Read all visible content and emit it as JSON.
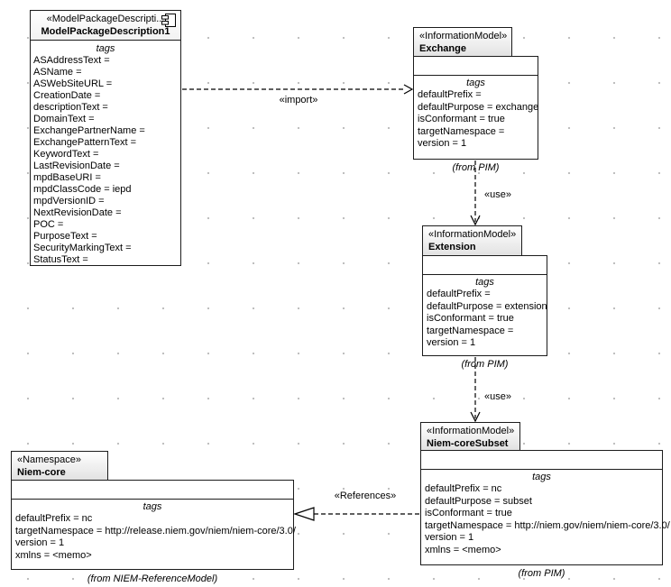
{
  "nodes": {
    "mpd": {
      "stereotype": "«ModelPackageDescripti...",
      "name": "ModelPackageDescription1",
      "tags_header": "tags",
      "tags": [
        "ASAddressText =",
        "ASName =",
        "ASWebSiteURL =",
        "CreationDate =",
        "descriptionText =",
        "DomainText =",
        "ExchangePartnerName =",
        "ExchangePatternText =",
        "KeywordText =",
        "LastRevisionDate =",
        "mpdBaseURI =",
        "mpdClassCode = iepd",
        "mpdVersionID =",
        "NextRevisionDate =",
        "POC =",
        "PurposeText =",
        "SecurityMarkingText =",
        "StatusText ="
      ]
    },
    "exchange": {
      "stereotype": "«InformationModel»",
      "name": "Exchange",
      "tags_header": "tags",
      "tags": [
        "defaultPrefix =",
        "defaultPurpose = exchange",
        "isConformant = true",
        "targetNamespace =",
        "version = 1"
      ],
      "from_label": "(from PIM)"
    },
    "extension": {
      "stereotype": "«InformationModel»",
      "name": "Extension",
      "tags_header": "tags",
      "tags": [
        "defaultPrefix =",
        "defaultPurpose = extension",
        "isConformant = true",
        "targetNamespace =",
        "version = 1"
      ],
      "from_label": "(from PIM)"
    },
    "niemCoreSubset": {
      "stereotype": "«InformationModel»",
      "name": "Niem-coreSubset",
      "tags_header": "tags",
      "tags": [
        "defaultPrefix = nc",
        "defaultPurpose = subset",
        "isConformant = true",
        "targetNamespace = http://niem.gov/niem/niem-core/3.0/",
        "version = 1",
        "xmlns = <memo>"
      ],
      "from_label": "(from PIM)"
    },
    "niemCore": {
      "stereotype": "«Namespace»",
      "name": "Niem-core",
      "tags_header": "tags",
      "tags": [
        "defaultPrefix = nc",
        "targetNamespace = http://release.niem.gov/niem/niem-core/3.0/",
        "version = 1",
        "xmlns = <memo>"
      ],
      "from_label": "(from NIEM-ReferenceModel)"
    }
  },
  "connectors": {
    "import": {
      "label": "«import»"
    },
    "use_exchange_extension": {
      "label": "«use»"
    },
    "use_extension_subset": {
      "label": "«use»"
    },
    "references": {
      "label": "«References»"
    }
  },
  "colors": {
    "line": "#000000",
    "border": "#1c1c1c",
    "grid_dot": "#b8b8b8"
  }
}
